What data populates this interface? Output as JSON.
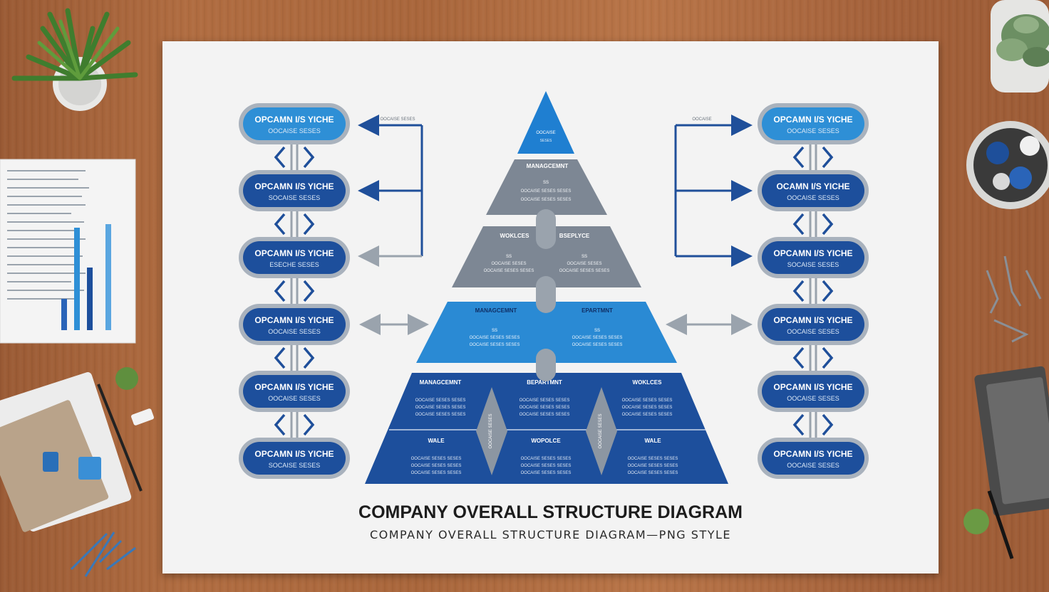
{
  "title": "COMPANY OVERALL STRUCTURE DIAGRAM",
  "subtitle": "COMPANY OVERALL STRUCTURE DIAGRAM—PNG STYLE",
  "colors": {
    "dark_blue": "#1d4f9c",
    "mid_blue": "#2a72c2",
    "light_blue": "#2e8fd6",
    "gray": "#7d8794",
    "pill_border": "#a9b2bd",
    "arrow_blue": "#1f4f9a",
    "arrow_gray": "#9aa3ad"
  },
  "left_column": [
    {
      "line1": "OPCAMN I/S YICHE",
      "line2": "OOCAISE SESES"
    },
    {
      "line1": "OPCAMN I/S YICHE",
      "line2": "SOCAISE SESES"
    },
    {
      "line1": "OPCAMN I/S YICHE",
      "line2": "ESECHE SESES"
    },
    {
      "line1": "OPCAMN I/S YICHE",
      "line2": "OOCAISE SESES"
    },
    {
      "line1": "OPCAMN I/S YICHE",
      "line2": "OOCAISE SESES"
    },
    {
      "line1": "OPCAMN I/S YICHE",
      "line2": "SOCAISE SESES"
    }
  ],
  "right_column": [
    {
      "line1": "OPCAMN I/S YICHE",
      "line2": "OOCAISE SESES"
    },
    {
      "line1": "OCAMN I/S YICHE",
      "line2": "OOCAISE SESES"
    },
    {
      "line1": "OPCAMN I/S YICHE",
      "line2": "SOCAISE SESES"
    },
    {
      "line1": "OPCAMN I/S YICHE",
      "line2": "OOCAISE SESES"
    },
    {
      "line1": "OPCAMN I/S YICHE",
      "line2": "OOCAISE SESES"
    },
    {
      "line1": "OPCAMN I/S YICHE",
      "line2": "OOCAISE SESES"
    }
  ],
  "pyramid": {
    "apex": {
      "line1": "OOCAISE",
      "line2": "SESES"
    },
    "tier2": {
      "heading": "MANAGCEMNT",
      "sub": "SS",
      "line1": "OOCAISE SESES SESES",
      "line2": "OOCAISE SESES SESES"
    },
    "tier3": {
      "left_heading": "WOKLCES",
      "right_heading": "BSEPLYCE",
      "left_sub": "SS",
      "right_sub": "SS",
      "left_line1": "OOCAISE SESES",
      "left_line2": "OOCAISE SESES SESES",
      "right_line1": "OOCAISE SESES",
      "right_line2": "OOCAISE SESES SESES"
    },
    "tier4": {
      "left_heading": "MANAGCEMNT",
      "right_heading": "EPARTMNT",
      "left_sub": "SS",
      "right_sub": "SS",
      "left_line1": "OOCAISE SESES SESES",
      "left_line2": "OOCAISE SESES SESES",
      "right_line1": "OOCAISE SESES SESES",
      "right_line2": "OOCAISE SESES SESES"
    },
    "tier5": {
      "cells": [
        {
          "heading": "MANAGCEMNT",
          "line1": "OOCAISE SESES SESES",
          "line2": "OOCAISE SESES SESES",
          "line3": "OOCAISE SESES SESES"
        },
        {
          "heading": "BEPARTMNT",
          "line1": "OOCAISE SESES SESES",
          "line2": "OOCAISE SESES SESES",
          "line3": "OOCAISE SESES SESES"
        },
        {
          "heading": "WOKLCES",
          "line1": "OOCAISE SESES SESES",
          "line2": "OOCAISE SESES SESES",
          "line3": "OOCAISE SESES SESES"
        },
        {
          "heading": "WALE",
          "line1": "OOCAISE SESES SESES",
          "line2": "OOCAISE SESES SESES",
          "line3": "OOCAISE SESES SESES"
        },
        {
          "heading": "WOPOLCE",
          "line1": "OOCAISE SESES SESES",
          "line2": "OOCAISE SESES SESES",
          "line3": "OOCAISE SESES SESES"
        },
        {
          "heading": "WALE",
          "line1": "OOCAISE SESES SESES",
          "line2": "OOCAISE SESES SESES",
          "line3": "OOCAISE SESES SESES"
        }
      ],
      "diamond_labels": [
        "OOCAISE SESES",
        "OOCAISE SESES"
      ]
    }
  },
  "arrow_captions": {
    "top_left": "OOCAISE SESES",
    "top_right": "OOCAISE"
  }
}
